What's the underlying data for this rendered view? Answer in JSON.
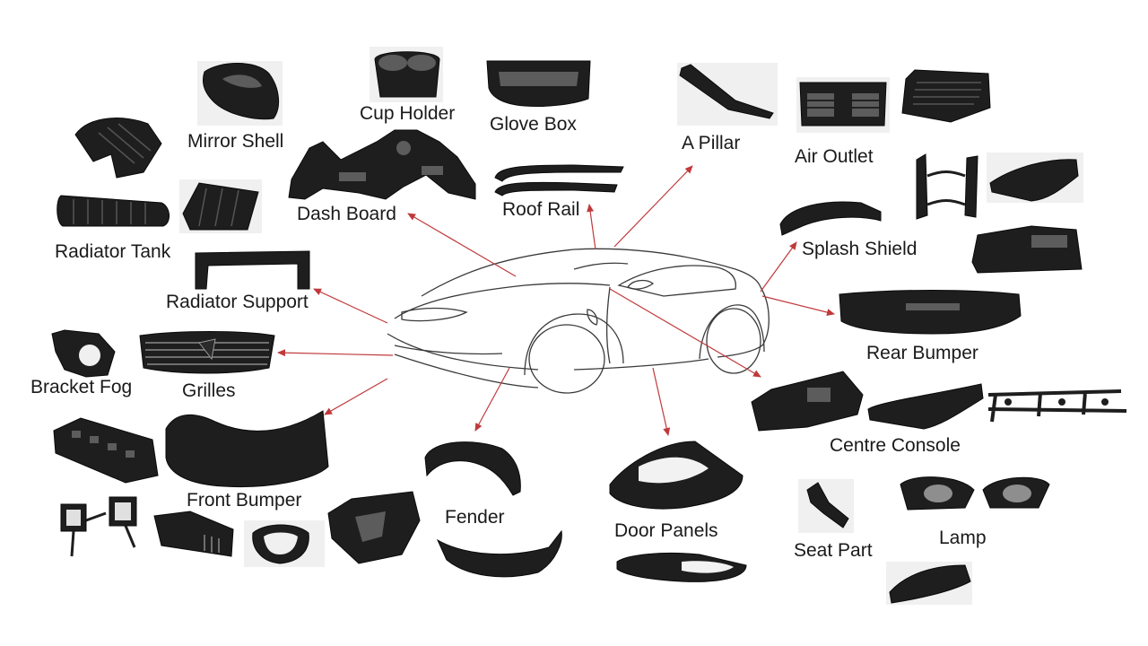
{
  "diagram": {
    "accent_color": "#c0393b",
    "labels": {
      "mirror_shell": "Mirror Shell",
      "cup_holder": "Cup Holder",
      "glove_box": "Glove Box",
      "a_pillar": "A Pillar",
      "air_outlet": "Air Outlet",
      "dash_board": "Dash Board",
      "roof_rail": "Roof Rail",
      "radiator_tank": "Radiator Tank",
      "splash_shield": "Splash Shield",
      "radiator_support": "Radiator Support",
      "rear_bumper": "Rear Bumper",
      "bracket_fog": "Bracket Fog",
      "grilles": "Grilles",
      "centre_console": "Centre Console",
      "front_bumper": "Front Bumper",
      "fender": "Fender",
      "door_panels": "Door Panels",
      "seat_part": "Seat Part",
      "lamp": "Lamp"
    },
    "icons": {
      "car": "sports-car-line-drawing-icon",
      "arrow": "red-arrow-icon"
    }
  }
}
